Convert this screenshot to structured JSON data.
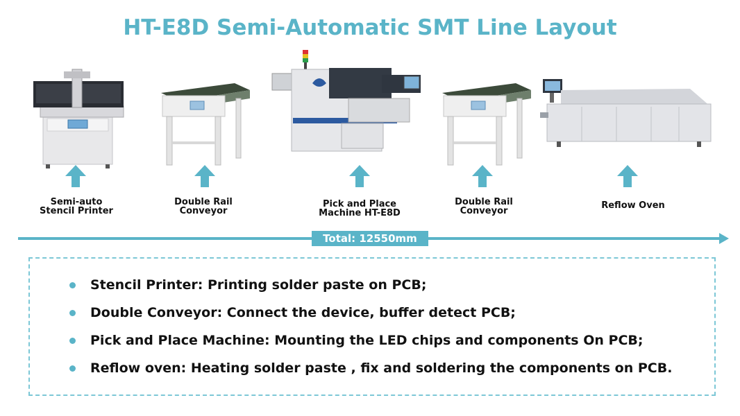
{
  "title": "HT-E8D Semi-Automatic SMT Line Layout",
  "stations": [
    {
      "label_lines": [
        "Semi-auto",
        "Stencil Printer"
      ]
    },
    {
      "label_lines": [
        "Double Rail",
        "Conveyor"
      ]
    },
    {
      "label_lines": [
        "Pick and Place",
        "Machine HT-E8D"
      ]
    },
    {
      "label_lines": [
        "Double Rail",
        "Conveyor"
      ]
    },
    {
      "label_lines": [
        "Reflow Oven"
      ]
    }
  ],
  "total_label": "Total: 12550mm",
  "descriptions": [
    "Stencil Printer: Printing solder paste on PCB;",
    "Double Conveyor: Connect the device, buffer detect PCB;",
    "Pick and Place Machine: Mounting the LED chips and components On PCB;",
    "Reflow oven: Heating solder paste , fix and soldering the components on PCB."
  ],
  "colors": {
    "accent": "#5ab4c8",
    "machine_body": "#e8e8ea",
    "machine_dark": "#333a44",
    "machine_blue": "#2c5aa0"
  }
}
